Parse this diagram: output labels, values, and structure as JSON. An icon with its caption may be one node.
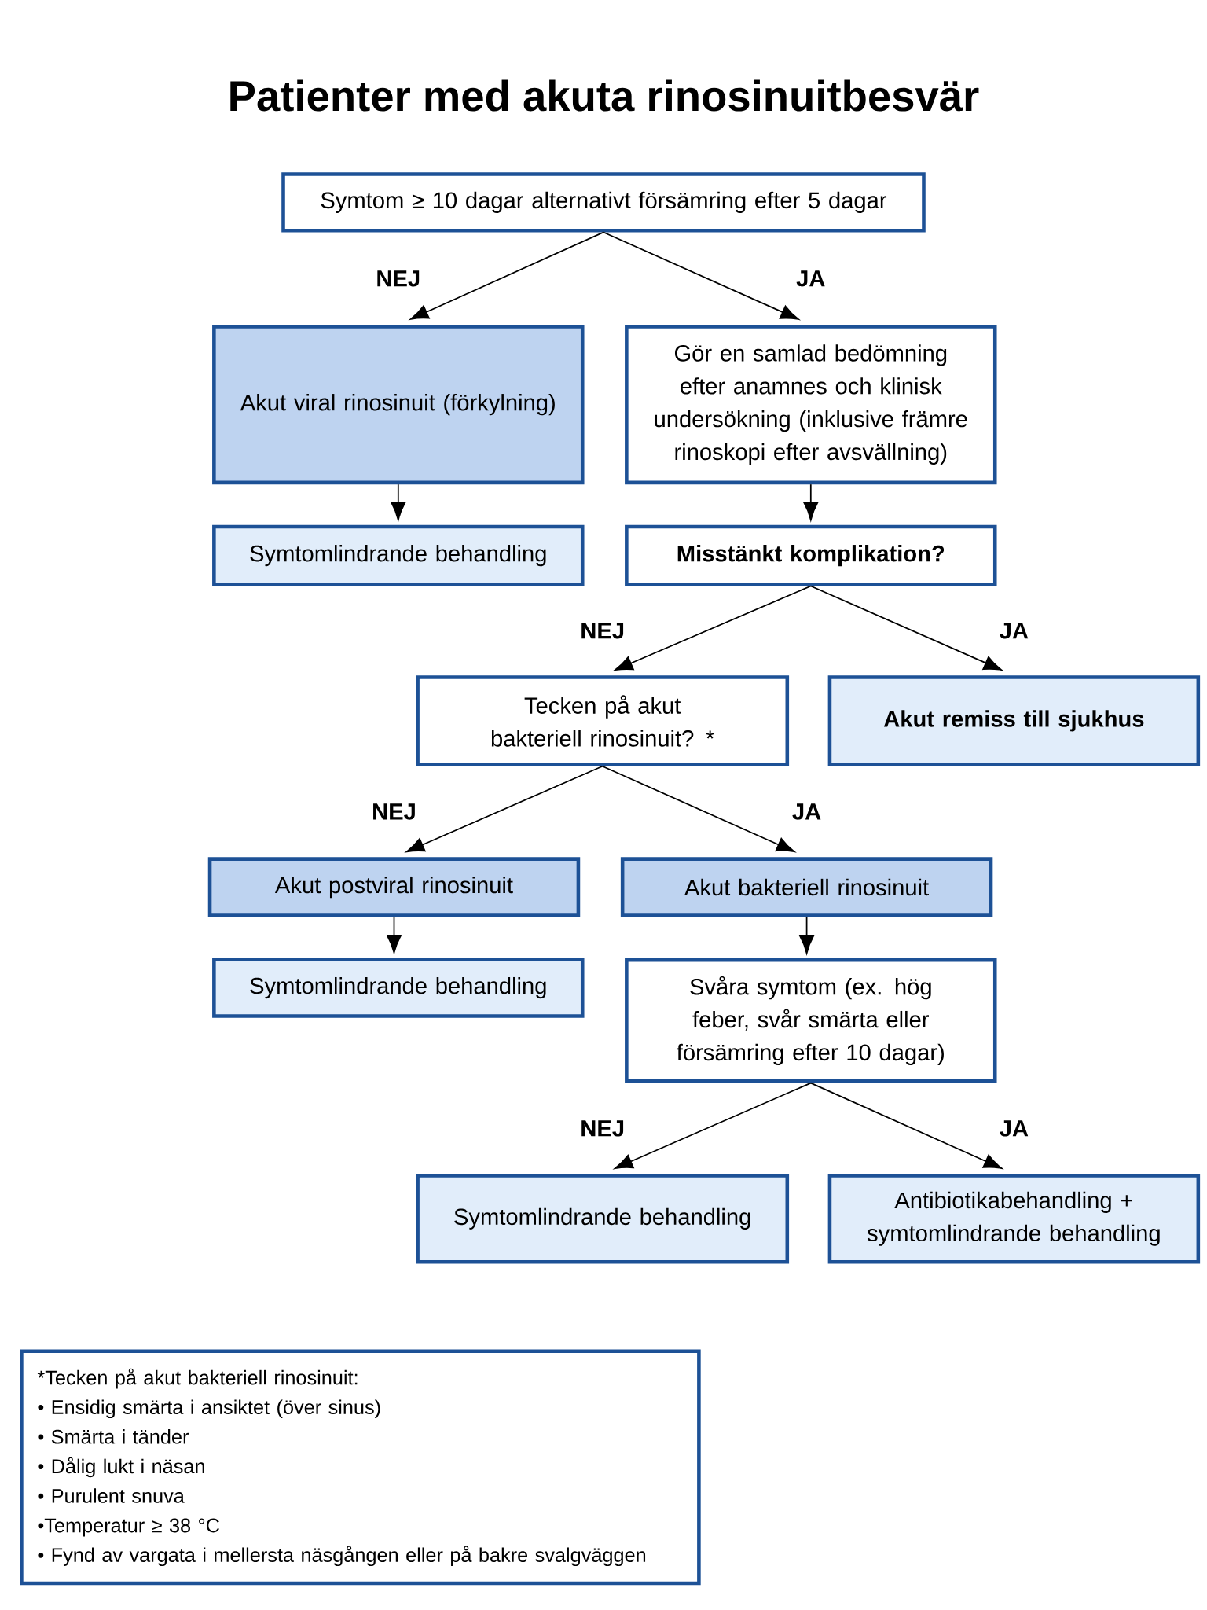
{
  "diagram": {
    "title": "Patienter med akuta rinosinuitbesvär",
    "nodes": [
      {
        "text": [
          "Symtom ≥ 10 dagar alternativt försämring efter 5 dagar"
        ]
      },
      {
        "text": [
          "Akut viral rinosinuit (förkylning)"
        ]
      },
      {
        "text": [
          "Gör en samlad bedömning efter anamnes och klinisk undersökning (inklusive främre rinoskopi efter avsvällning)"
        ]
      },
      {
        "text": [
          "Symtomlindrande behandling"
        ]
      },
      {
        "text": [
          "Misstänkt komplikation?"
        ]
      },
      {
        "text": [
          "Tecken på akut bakteriell rinosinuit? *"
        ]
      },
      {
        "text": [
          "Akut remiss till sjukhus"
        ]
      },
      {
        "text": [
          "Akut postviral rinosinuit"
        ]
      },
      {
        "text": [
          "Akut bakteriell rinosinuit"
        ]
      },
      {
        "text": [
          "Symtomlindrande behandling"
        ]
      },
      {
        "text": [
          "Svåra symtom (ex. hög feber, svår smärta eller försämring efter 10 dagar)"
        ]
      },
      {
        "text": [
          "Symtomlindrande behandling"
        ]
      },
      {
        "text": [
          "Antibiotikabehandling + symtomlindrande behandling"
        ]
      },
      {
        "text": [
          "*Tecken på akut bakteriell rinosinuit:",
          "• Ensidig smärta i ansiktet (över sinus)",
          "• Smärta i tänder",
          "• Dålig lukt i näsan",
          "• Purulent snuva",
          "•Temperatur ≥ 38 °C",
          "• Fynd av vargata i mellersta näsgången eller på bakre svalgväggen"
        ]
      }
    ],
    "edges": [
      {
        "from": 0,
        "to": 1,
        "arrow": "to",
        "label": "NEJ"
      },
      {
        "from": 0,
        "to": 2,
        "arrow": "to",
        "label": "JA"
      },
      {
        "from": 1,
        "to": 3,
        "arrow": "to"
      },
      {
        "from": 2,
        "to": 4,
        "arrow": "to"
      },
      {
        "from": 4,
        "to": 5,
        "arrow": "to",
        "label": "NEJ"
      },
      {
        "from": 4,
        "to": 6,
        "arrow": "to",
        "label": "JA"
      },
      {
        "from": 5,
        "to": 7,
        "arrow": "to",
        "label": "NEJ"
      },
      {
        "from": 5,
        "to": 8,
        "arrow": "to",
        "label": "JA"
      },
      {
        "from": 7,
        "to": 9,
        "arrow": "to"
      },
      {
        "from": 8,
        "to": 10,
        "arrow": "to"
      },
      {
        "from": 10,
        "to": 11,
        "arrow": "to",
        "label": "NEJ"
      },
      {
        "from": 10,
        "to": 12,
        "arrow": "to",
        "label": "JA"
      }
    ]
  }
}
